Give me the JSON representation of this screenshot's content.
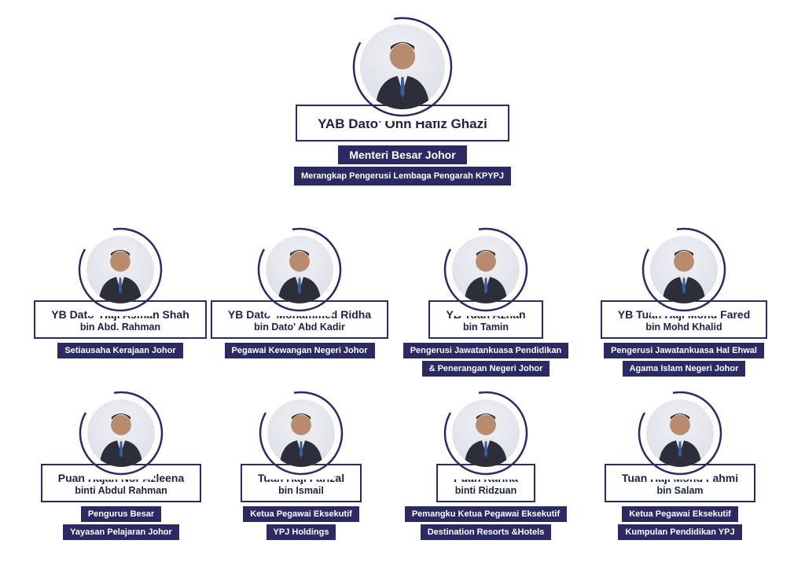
{
  "colors": {
    "navy": "#2b2a63",
    "photo_bg": "#dde1e7"
  },
  "top": {
    "name": "YAB Dato’ Onn Hafiz Ghazi",
    "roles": [
      "Menteri Besar Johor",
      "Merangkap Pengerusi Lembaga Pengarah KPYPJ"
    ]
  },
  "row1": [
    {
      "name": "YB Dato' Haji Asman Shah",
      "name2": "bin Abd. Rahman",
      "roles": [
        "Setiausaha Kerajaan Johor"
      ]
    },
    {
      "name": "YB Dato' Mohammed Ridha",
      "name2": "bin Dato' Abd Kadir",
      "roles": [
        "Pegawai Kewangan Negeri Johor"
      ]
    },
    {
      "name": "YB Tuan Aznan",
      "name2": "bin Tamin",
      "roles": [
        "Pengerusi Jawatankuasa Pendidikan",
        "& Penerangan Negeri Johor"
      ]
    },
    {
      "name": "YB Tuan Haji Mohd Fared",
      "name2": "bin Mohd Khalid",
      "roles": [
        "Pengerusi Jawatankuasa Hal Ehwal",
        "Agama Islam Negeri Johor"
      ]
    }
  ],
  "row2": [
    {
      "name": "Puan Hajah Nor Azleena",
      "name2": "binti Abdul Rahman",
      "roles": [
        "Pengurus Besar",
        "Yayasan Pelajaran Johor"
      ]
    },
    {
      "name": "Tuan Haji Farizal",
      "name2": "bin Ismail",
      "roles": [
        "Ketua Pegawai Eksekutif",
        "YPJ Holdings"
      ]
    },
    {
      "name": "Puan Karina",
      "name2": "binti Ridzuan",
      "roles": [
        "Pemangku Ketua Pegawai Eksekutif",
        "Destination Resorts &Hotels"
      ]
    },
    {
      "name": "Tuan Haji Mohd Fahmi",
      "name2": "bin Salam",
      "roles": [
        "Ketua Pegawai Eksekutif",
        "Kumpulan Pendidikan YPJ"
      ]
    }
  ]
}
